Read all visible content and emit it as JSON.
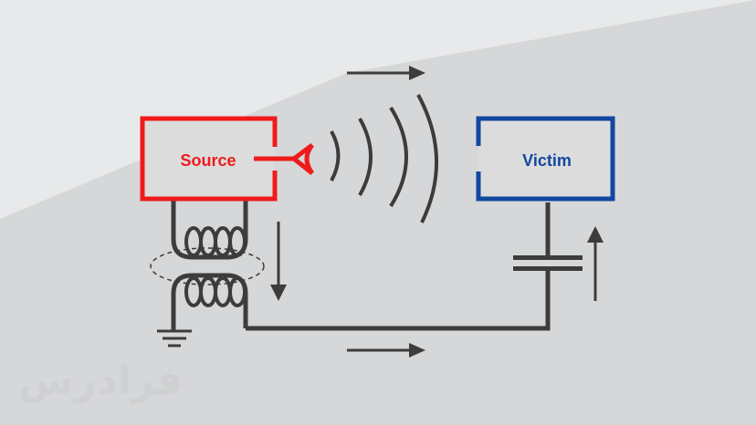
{
  "source": {
    "label": "Source",
    "color": "#ef1b1b"
  },
  "victim": {
    "label": "Victim",
    "color": "#1347a0"
  },
  "watermark": {
    "text": "فرادرس",
    "color": "#cfd0d2"
  },
  "colors": {
    "background": "#e8e9ea",
    "shadow": "#d6d7d8",
    "wire": "#3c3c3c",
    "box_fill": "#dcdcdc"
  },
  "icons": [
    "ground-icon",
    "antenna-icon",
    "arrow-icon"
  ]
}
